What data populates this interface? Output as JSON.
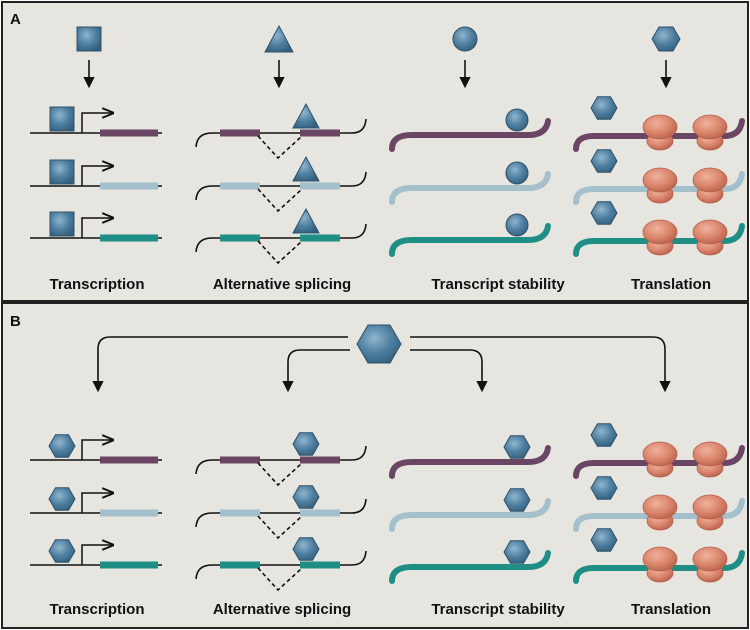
{
  "colors": {
    "panel_bg": "#e6e5df",
    "frame": "#222222",
    "factor_fill": "#4f7fa0",
    "factor_edge": "#2f526b",
    "ribosome": "#d9826a",
    "ribosome_edge": "#b5604a",
    "strand_purple": "#6b4564",
    "strand_lightblue": "#a3c0cc",
    "strand_teal": "#1f8f86",
    "line": "#111111"
  },
  "panels": [
    {
      "letter": "A",
      "captions": [
        "Transcription",
        "Alternative splicing",
        "Transcript stability",
        "Translation"
      ],
      "factor_icons": [
        "square-factor-icon",
        "triangle-factor-icon",
        "circle-factor-icon",
        "hexagon-factor-icon"
      ]
    },
    {
      "letter": "B",
      "captions": [
        "Transcription",
        "Alternative splicing",
        "Transcript stability",
        "Translation"
      ],
      "factor_icons": [
        "hexagon-factor-icon"
      ]
    }
  ]
}
